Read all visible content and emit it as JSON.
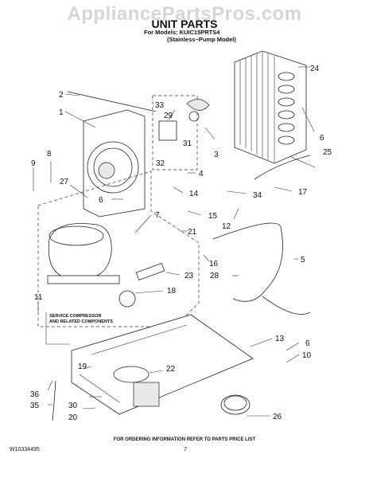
{
  "watermark": "AppliancePartsPros.com",
  "title": "UNIT PARTS",
  "models_line": "For Models: KUIC15PRTS4",
  "model_variant": "(Stainless~Pump Model)",
  "service_note": [
    "SERVICE COMPRESSOR",
    "AND RELATED COMPONENTS"
  ],
  "footer_note": "FOR ORDERING INFORMATION REFER TO PARTS PRICE LIST",
  "document_number": "W10334495",
  "page_number": "7",
  "callouts": {
    "c1": "1",
    "c2": "2",
    "c3": "3",
    "c4": "4",
    "c5": "5",
    "c6a": "6",
    "c6b": "6",
    "c6c": "6",
    "c7": "7",
    "c8": "8",
    "c9": "9",
    "c10": "10",
    "c11": "11",
    "c12": "12",
    "c13": "13",
    "c14": "14",
    "c15": "15",
    "c16": "16",
    "c17": "17",
    "c18": "18",
    "c19": "19",
    "c20": "20",
    "c21": "21",
    "c22": "22",
    "c23": "23",
    "c24": "24",
    "c25": "25",
    "c26": "26",
    "c27": "27",
    "c28": "28",
    "c29": "29",
    "c30": "30",
    "c31": "31",
    "c32": "32",
    "c33": "33",
    "c34": "34",
    "c35": "35",
    "c36": "36"
  }
}
